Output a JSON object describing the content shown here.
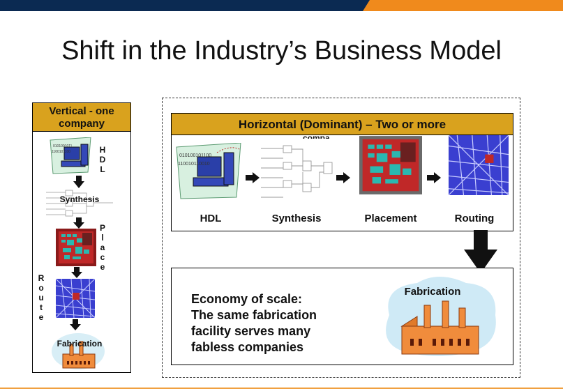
{
  "slide": {
    "title": "Shift in the Industry’s Business Model"
  },
  "vertical": {
    "header": [
      "Vertical - one",
      "company"
    ],
    "hdl_letters": [
      "H",
      "D",
      "L"
    ],
    "place_letters": [
      "P",
      "l",
      "a",
      "c",
      "e"
    ],
    "route_letters": [
      "R",
      "o",
      "u",
      "t",
      "e"
    ],
    "synthesis_label": "Synthesis",
    "fabrication_label": "Fabrication"
  },
  "horizontal": {
    "header": "Horizontal (Dominant) – Two or more",
    "header_overflow": "compa",
    "steps": [
      "HDL",
      "Synthesis",
      "Placement",
      "Routing"
    ]
  },
  "economy": {
    "lines": [
      "Economy of scale:",
      "The same fabrication",
      "facility serves many",
      "fabless companies"
    ],
    "fabrication_label": "Fabrication"
  },
  "colors": {
    "gold": "#d9a21e",
    "navy": "#0b2a52",
    "orange": "#f08a1c"
  }
}
